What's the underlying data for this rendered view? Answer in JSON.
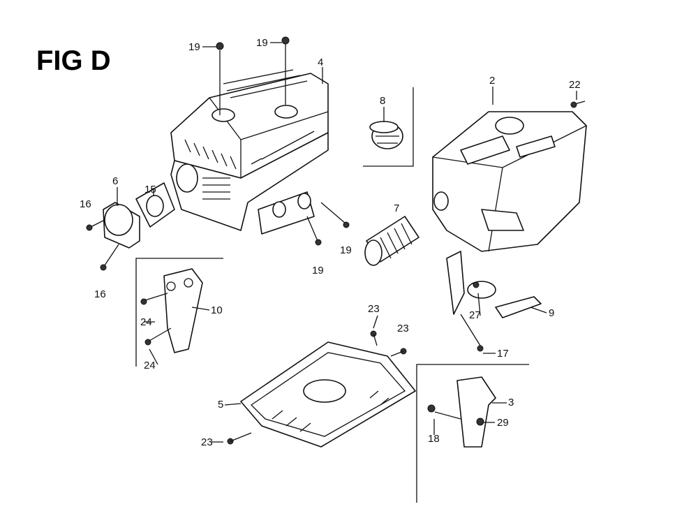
{
  "figure_title": "FIG D",
  "callouts": {
    "c19a": "19",
    "c19b": "19",
    "c4": "4",
    "c8": "8",
    "c2": "2",
    "c22": "22",
    "c15": "15",
    "c6": "6",
    "c16a": "16",
    "c16b": "16",
    "c7": "7",
    "c19c": "19",
    "c19d": "19",
    "c10": "10",
    "c24a": "24",
    "c24b": "24",
    "c23a": "23",
    "c23b": "23",
    "c27": "27",
    "c9": "9",
    "c17": "17",
    "c5": "5",
    "c23c": "23",
    "c3": "3",
    "c29": "29",
    "c18": "18"
  }
}
